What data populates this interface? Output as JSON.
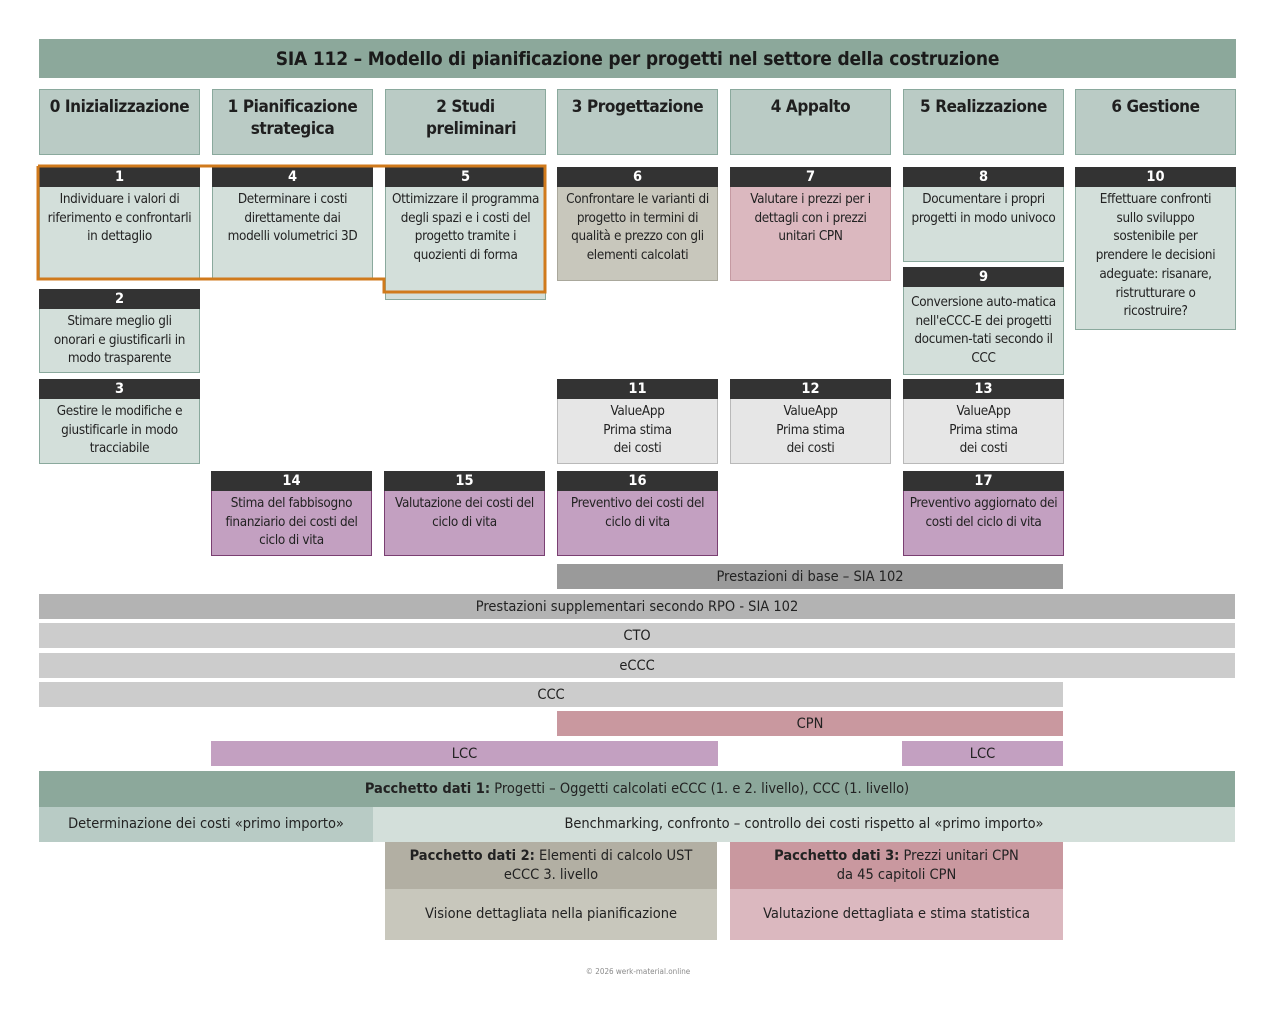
{
  "title": "SIA 112 – Modello di pianificazione per progetti nel settore della costruzione",
  "phases": [
    {
      "label": "0 Inizializzazione"
    },
    {
      "label": "1 Pianificazione strategica"
    },
    {
      "label": "2 Studi preliminari"
    },
    {
      "label": "3 Progettazione"
    },
    {
      "label": "4 Appalto"
    },
    {
      "label": "5 Realizzazione"
    },
    {
      "label": "6 Gestione"
    }
  ],
  "cards": {
    "c1": {
      "num": "1",
      "text": "Individuare i valori di riferimento e confrontarli in dettaglio"
    },
    "c2": {
      "num": "2",
      "text": "Stimare meglio gli onorari e giustificarli in modo trasparente"
    },
    "c3": {
      "num": "3",
      "text": "Gestire le modifiche e giustificarle in modo tracciabile"
    },
    "c4": {
      "num": "4",
      "text": "Determinare i costi direttamente dai modelli volumetrici 3D"
    },
    "c5": {
      "num": "5",
      "text": "Ottimizzare il programma degli spazi e i costi del progetto tramite i quozienti di forma"
    },
    "c6": {
      "num": "6",
      "text": "Confrontare le varianti di progetto in termini di qualità e prezzo con gli elementi calcolati"
    },
    "c7": {
      "num": "7",
      "text": "Valutare i prezzi per i dettagli con i prezzi unitari CPN"
    },
    "c8": {
      "num": "8",
      "text": "Documentare i propri progetti in modo univoco"
    },
    "c9": {
      "num": "9",
      "text": "Conversione auto-matica nell'eCCC-E dei progetti documen-tati secondo il CCC"
    },
    "c10": {
      "num": "10",
      "text": "Effettuare confronti sullo sviluppo sostenibile per prendere le decisioni adeguate: risanare, ristrutturare o ricostruire?"
    },
    "c11": {
      "num": "11",
      "text": "ValueApp Prima stima dei costi"
    },
    "c12": {
      "num": "12",
      "text": "ValueApp Prima stima dei costi"
    },
    "c13": {
      "num": "13",
      "text": "ValueApp Prima stima dei costi"
    },
    "c14": {
      "num": "14",
      "text": "Stima del fabbisogno finanziario dei costi del ciclo di vita"
    },
    "c15": {
      "num": "15",
      "text": "Valutazione dei costi del ciclo di vita"
    },
    "c16": {
      "num": "16",
      "text": "Preventivo dei costi del ciclo di vita"
    },
    "c17": {
      "num": "17",
      "text": "Preventivo aggiornato dei costi del ciclo di vita"
    }
  },
  "bands": {
    "base": "Prestazioni di base – SIA 102",
    "supplementary": "Prestazioni supplementari secondo RPO - SIA 102",
    "cto": "CTO",
    "eccc": "eCCC",
    "ccc": "CCC",
    "cpn": "CPN",
    "lcc1": "LCC",
    "lcc2": "LCC"
  },
  "packages": {
    "p1_bold": "Pacchetto dati 1:",
    "p1_text": "Progetti – Oggetti calcolati eCCC (1. e 2. livello), CCC (1. livello)",
    "primo_importo": "Determinazione dei costi «primo importo»",
    "benchmarking": "Benchmarking, confronto – controllo dei costi rispetto al «primo importo»",
    "p2_bold": "Pacchetto dati 2:",
    "p2_text": "Elementi di calcolo UST",
    "p2_line2": "eCCC 3. livello",
    "p2_desc": "Visione dettagliata nella pianificazione",
    "p3_bold": "Pacchetto dati 3:",
    "p3_text": "Prezzi unitari CPN",
    "p3_line2": "da 45 capitoli CPN",
    "p3_desc": "Valutazione dettagliata e stima statistica"
  },
  "footer": "© 2026 werk-material.online",
  "colors": {
    "header_green": "#8ca89b",
    "phase_green": "#bacbc5",
    "card_green": "#d3dfda",
    "highlight_orange": "#d07a1c",
    "number_bar": "#333333",
    "lcc_purple": "#c3a0c1",
    "cpn_rose": "#c9989f"
  }
}
